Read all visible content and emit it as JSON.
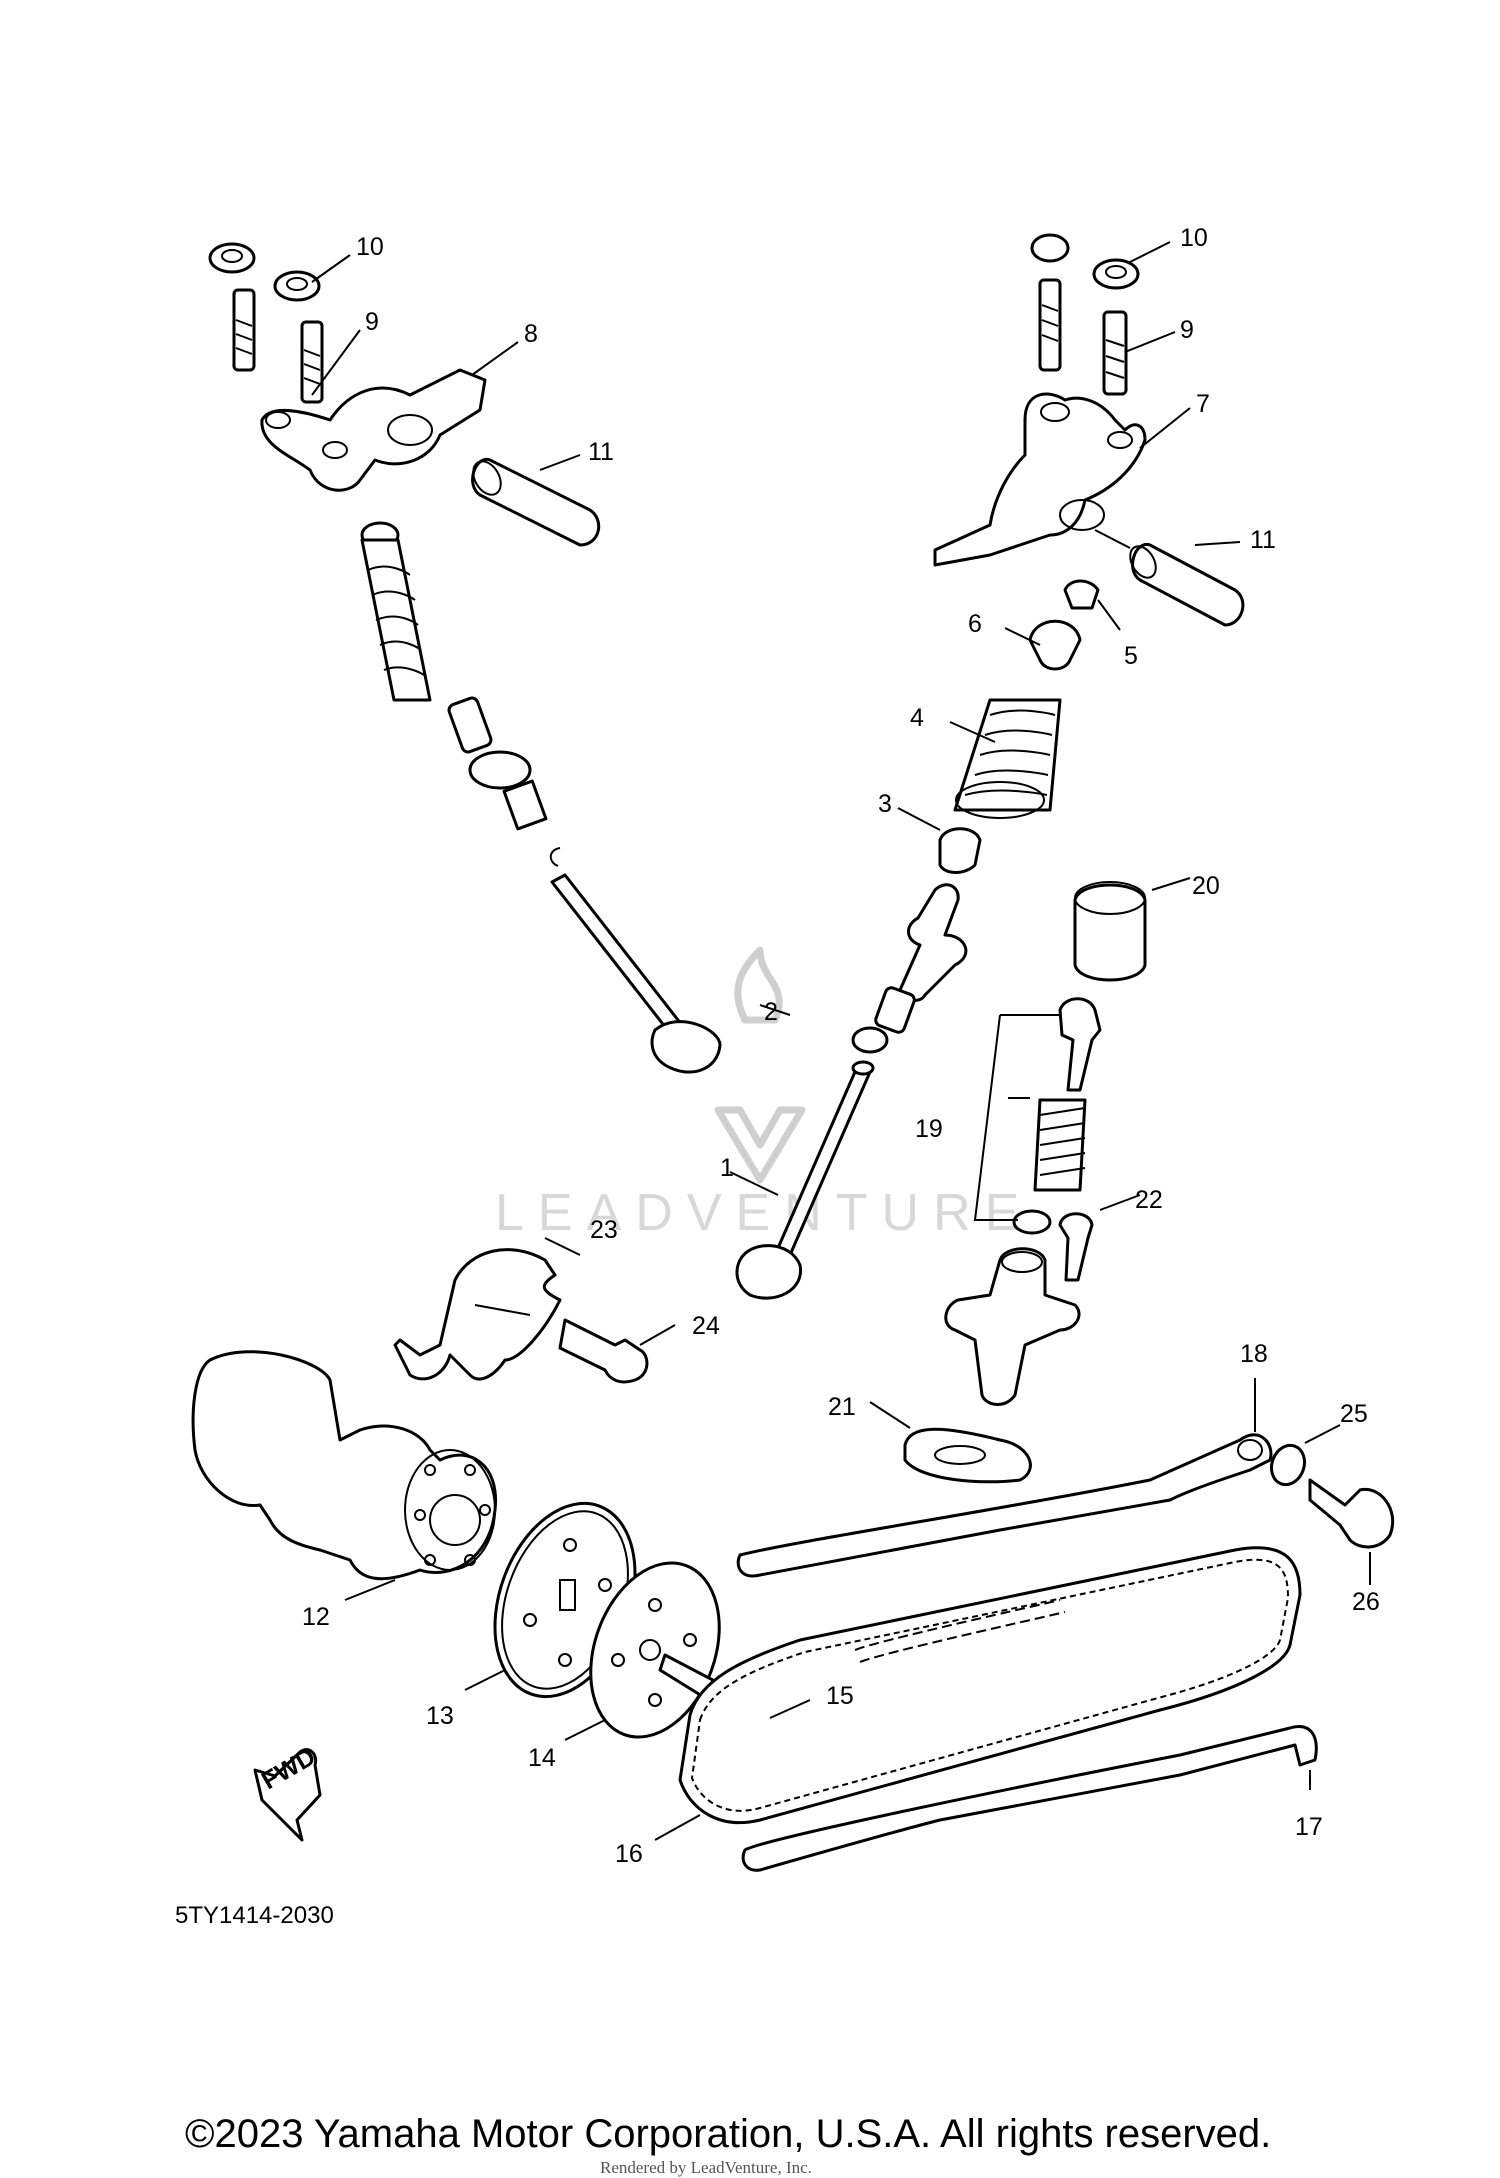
{
  "diagram": {
    "code": "5TY1414-2030",
    "fwd_label": "FWD",
    "watermark": "LEADVENTURE",
    "callouts": [
      "1",
      "2",
      "3",
      "4",
      "5",
      "6",
      "7",
      "8",
      "9",
      "10",
      "11",
      "12",
      "13",
      "14",
      "15",
      "16",
      "17",
      "18",
      "19",
      "20",
      "21",
      "22",
      "23",
      "24",
      "25",
      "26"
    ],
    "callouts_repeat": [
      "9",
      "10",
      "11"
    ]
  },
  "footer": {
    "copyright": "©2023 Yamaha Motor Corporation, U.S.A. All rights reserved.",
    "rendered_by": "Rendered by LeadVenture, Inc."
  }
}
